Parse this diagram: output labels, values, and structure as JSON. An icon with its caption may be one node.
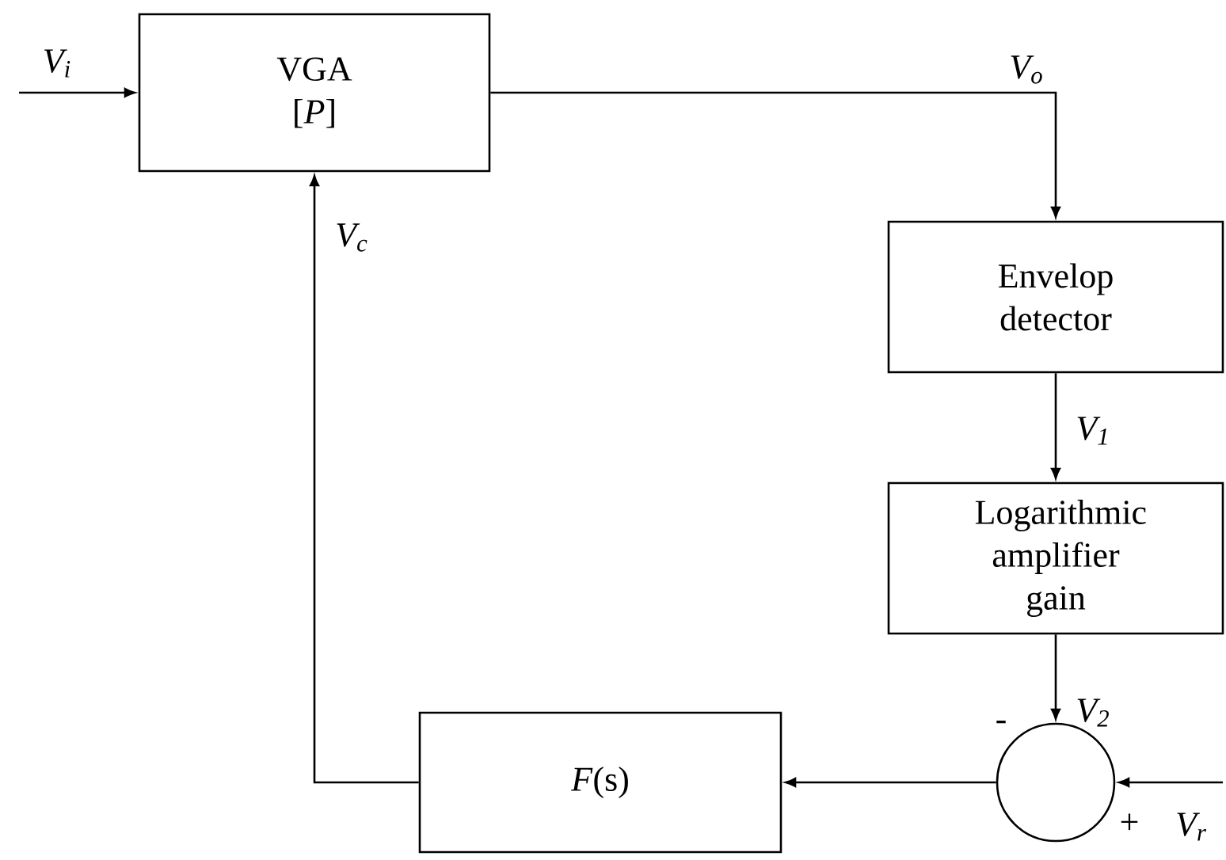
{
  "diagram": {
    "nodes": [
      {
        "text": [
          "VGA [*P*]"
        ]
      },
      {
        "text": [
          "Envelop detector"
        ]
      },
      {
        "text": [
          "Logarithmic amplifier gain"
        ]
      },
      {
        "text": [],
        "shape": "circle"
      },
      {
        "text": [
          "*F*(s)"
        ]
      }
    ],
    "edges": [
      {
        "from": null,
        "to": 0,
        "arrow": "to",
        "label": "V$_{i}$"
      },
      {
        "from": 0,
        "to": 1,
        "arrow": "to",
        "label": "V$_{o}$"
      },
      {
        "from": 1,
        "to": 2,
        "arrow": "to",
        "label": "V$_{1}$"
      },
      {
        "from": 2,
        "to": 3,
        "arrow": "to",
        "label": "V$_{2}$"
      },
      {
        "from": null,
        "to": 3,
        "arrow": "to",
        "label": "V$_{r}$"
      },
      {
        "from": 3,
        "to": 4,
        "arrow": "to"
      },
      {
        "from": 4,
        "to": 0,
        "arrow": "to",
        "label": "V$_{c}$"
      }
    ],
    "labels": [
      "-",
      "+"
    ]
  }
}
